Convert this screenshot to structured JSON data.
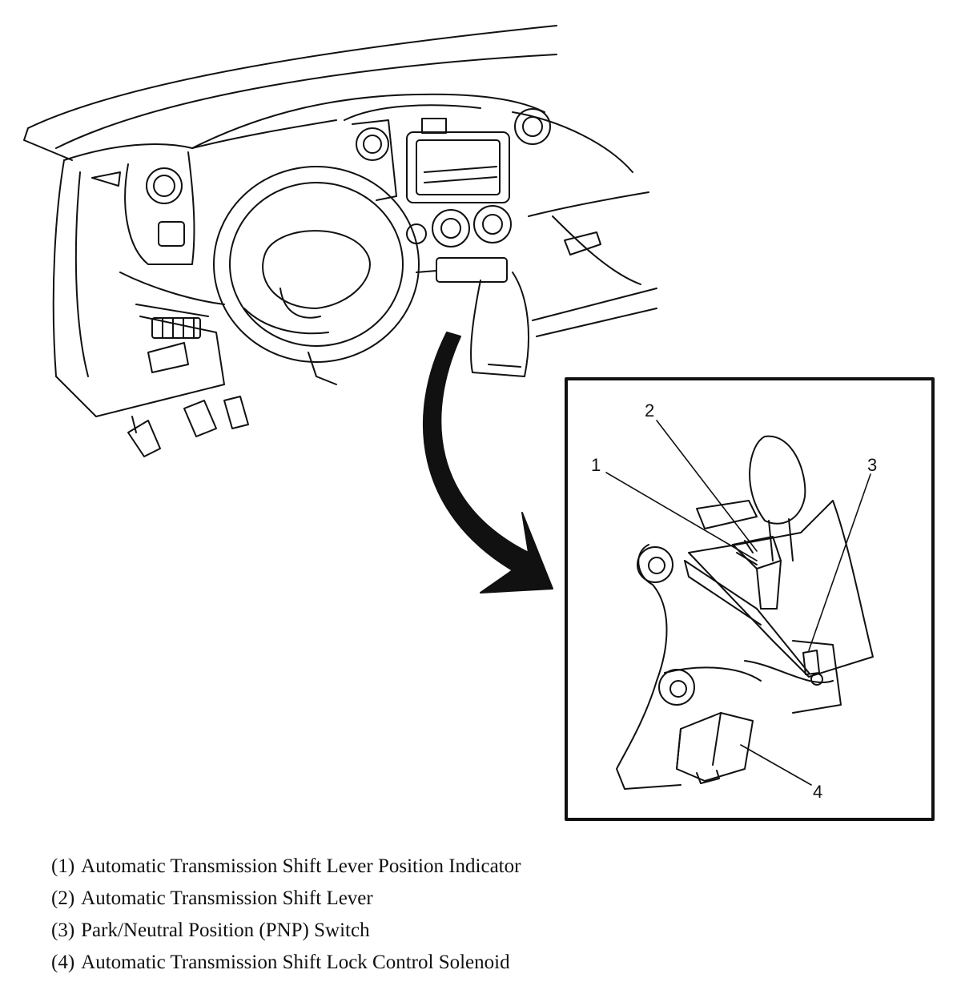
{
  "callouts": {
    "c1": "1",
    "c2": "2",
    "c3": "3",
    "c4": "4"
  },
  "legend": [
    {
      "num": "(1)",
      "text": "Automatic Transmission Shift Lever Position Indicator"
    },
    {
      "num": "(2)",
      "text": "Automatic Transmission Shift Lever"
    },
    {
      "num": "(3)",
      "text": "Park/Neutral Position (PNP) Switch"
    },
    {
      "num": "(4)",
      "text": "Automatic Transmission Shift Lock Control Solenoid"
    }
  ]
}
